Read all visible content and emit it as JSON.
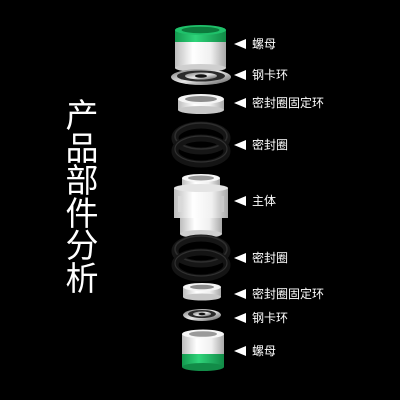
{
  "title_chars": [
    "产",
    "品",
    "部",
    "件",
    "分",
    "析"
  ],
  "labels": {
    "nut_top": "螺母",
    "steel_clip_top": "钢卡环",
    "seal_retainer_top": "密封圈固定环",
    "seal_ring_top": "密封圈",
    "main_body": "主体",
    "seal_ring_bottom": "密封圈",
    "seal_retainer_bottom": "密封圈固定环",
    "steel_clip_bottom": "钢卡环",
    "nut_bottom": "螺母"
  },
  "colors": {
    "background": "#000000",
    "nut_green": "#1fc16a",
    "part_white": "#f2f2f2",
    "o_ring": "#141414",
    "text": "#ffffff"
  }
}
